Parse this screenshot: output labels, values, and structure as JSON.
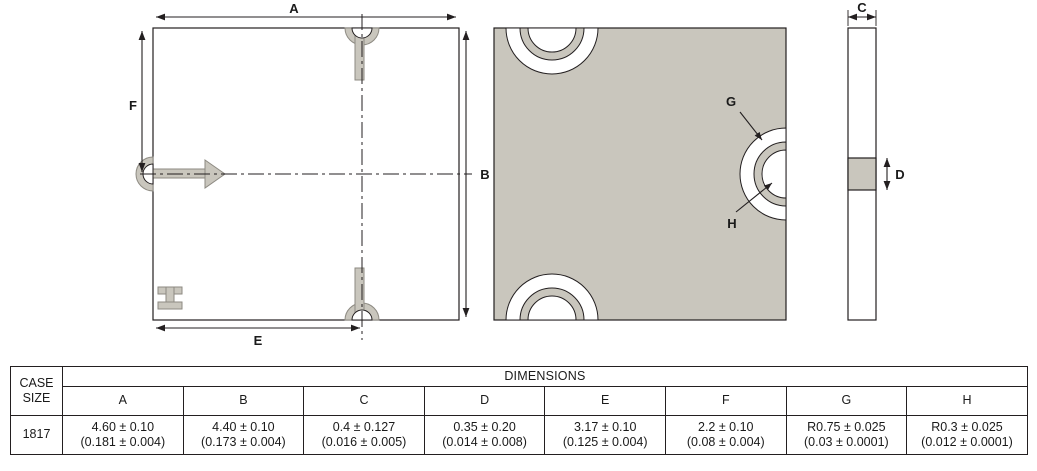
{
  "diagram": {
    "labels": {
      "A": "A",
      "B": "B",
      "C": "C",
      "D": "D",
      "E": "E",
      "F": "F",
      "G": "G",
      "H": "H"
    },
    "colors": {
      "pad_fill": "#c9c6bd",
      "body_fill": "#c9c6bd",
      "outline": "#231f20",
      "background": "#ffffff"
    }
  },
  "table": {
    "case_header_line1": "CASE",
    "case_header_line2": "SIZE",
    "dimensions_title": "DIMENSIONS",
    "columns": [
      "A",
      "B",
      "C",
      "D",
      "E",
      "F",
      "G",
      "H"
    ],
    "rows": [
      {
        "case_size": "1817",
        "values": [
          {
            "metric": "4.60 ± 0.10",
            "imperial": "(0.181 ± 0.004)"
          },
          {
            "metric": "4.40 ± 0.10",
            "imperial": "(0.173 ± 0.004)"
          },
          {
            "metric": "0.4 ± 0.127",
            "imperial": "(0.016 ± 0.005)"
          },
          {
            "metric": "0.35 ± 0.20",
            "imperial": "(0.014 ± 0.008)"
          },
          {
            "metric": "3.17 ± 0.10",
            "imperial": "(0.125 ± 0.004)"
          },
          {
            "metric": "2.2 ± 0.10",
            "imperial": "(0.08 ± 0.004)"
          },
          {
            "metric": "R0.75 ± 0.025",
            "imperial": "(0.03 ± 0.0001)"
          },
          {
            "metric": "R0.3 ± 0.025",
            "imperial": "(0.012 ± 0.0001)"
          }
        ]
      }
    ]
  }
}
